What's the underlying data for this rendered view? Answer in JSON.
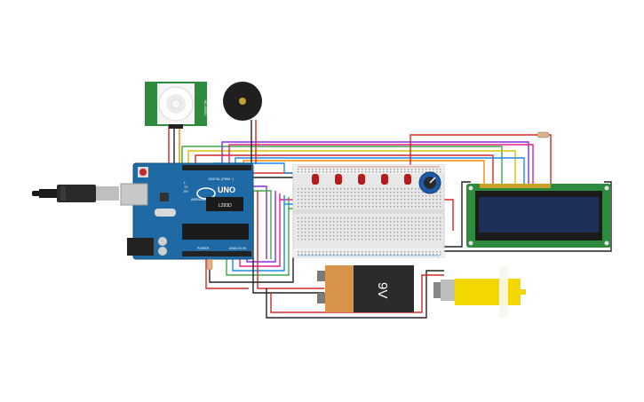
{
  "circuit": {
    "arduino": {
      "logo": "UNO",
      "brand": "ARDUINO",
      "digital_header": "DIGITAL (PWM ~)",
      "analog_header": "ANALOG IN",
      "power_header": "POWER",
      "tx_label": "TX",
      "rx_label": "RX",
      "l_label": "L"
    },
    "motor_driver": {
      "label": "L293D"
    },
    "battery": {
      "label": "9V"
    },
    "pir_sensor": {
      "label": "HC-SR501"
    },
    "colors": {
      "arduino_board": "#1f6aa5",
      "pcb_green": "#2e8b3e",
      "lcd_screen": "#1e2f5a",
      "battery_body": "#2b2b2b",
      "battery_cap": "#d8944a",
      "motor_yellow": "#f2d800",
      "breadboard": "#e8e8e8",
      "wire_red": "#d62828",
      "wire_black": "#222222",
      "wire_green": "#3aa845",
      "wire_orange": "#f08c00",
      "wire_purple": "#8a2be2",
      "wire_blue": "#1e88e5",
      "wire_yellow": "#e0c000",
      "wire_pink": "#e91e8c"
    },
    "icons": [
      "usb-cable-icon",
      "buzzer-icon",
      "potentiometer-icon",
      "resistor-icon",
      "led-icon",
      "dc-motor-icon"
    ]
  }
}
